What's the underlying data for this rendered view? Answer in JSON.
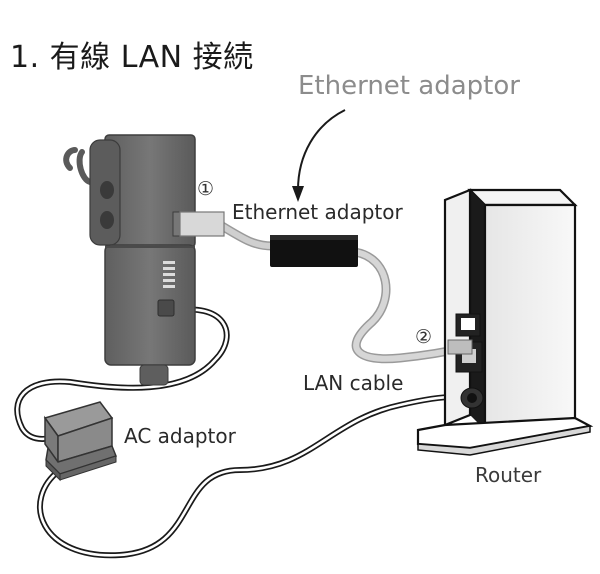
{
  "title": "1. 有線 LAN 接続",
  "callout": "Ethernet adaptor",
  "labels": {
    "ethernet_adaptor": "Ethernet adaptor",
    "lan_cable": "LAN cable",
    "ac_adaptor": "AC adaptor",
    "router": "Router"
  },
  "markers": {
    "step1": "①",
    "step2": "②"
  },
  "colors": {
    "device_body": "#6b6b6b",
    "adaptor_box": "#111111",
    "lan_cable": "#c8c8c8",
    "router_face": "#f2f2f2"
  }
}
